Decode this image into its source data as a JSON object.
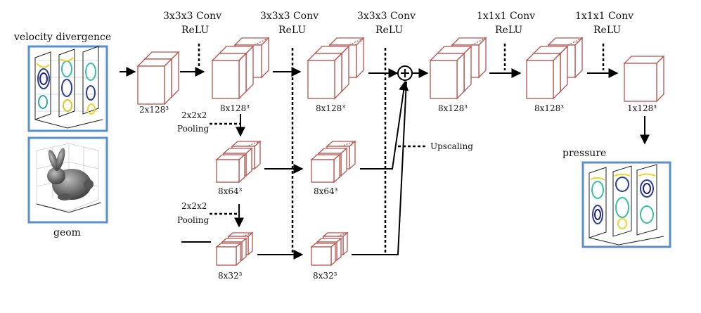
{
  "inputs": {
    "velocity_label": "velocity divergence",
    "geom_label": "geom"
  },
  "output": {
    "pressure_label": "pressure"
  },
  "layers": {
    "conv1": {
      "line1": "3x3x3 Conv",
      "line2": "ReLU"
    },
    "conv2": {
      "line1": "3x3x3 Conv",
      "line2": "ReLU"
    },
    "conv3": {
      "line1": "3x3x3 Conv",
      "line2": "ReLU"
    },
    "conv4": {
      "line1": "1x1x1 Conv",
      "line2": "ReLU"
    },
    "conv5": {
      "line1": "1x1x1 Conv",
      "line2": "ReLU"
    }
  },
  "pooling": {
    "pool1": {
      "line1": "2x2x2",
      "line2": "Pooling"
    },
    "pool2": {
      "line1": "2x2x2",
      "line2": "Pooling"
    }
  },
  "upscaling_label": "Upscaling",
  "sizes": {
    "input": "2x128³",
    "block1": "8x128³",
    "block2": "8x128³",
    "block3": "8x128³",
    "block4": "8x128³",
    "output": "1x128³",
    "mid1": "8x64³",
    "mid2": "8x64³",
    "low1": "8x32³",
    "low2": "8x32³"
  },
  "colors": {
    "cube_edge": "#b5534f",
    "frame": "#5b8fc9",
    "line": "#000000"
  },
  "icons": {
    "sum": "circled-plus-icon"
  }
}
